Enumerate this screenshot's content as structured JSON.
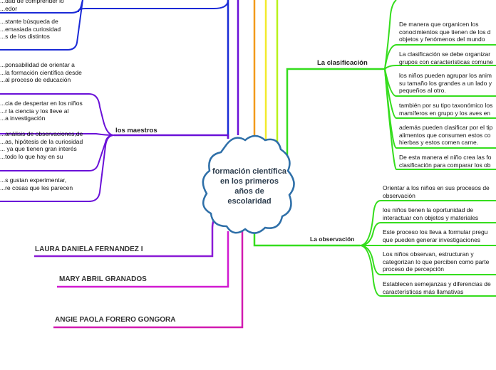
{
  "central_topic": "formación científica en los primeros años de escolaridad",
  "branches": {
    "maestros": {
      "label": "los maestros",
      "items": [
        "...dad de comprender lo\n...edor",
        "...stante búsqueda de\n...emasiada curiosidad\n...s de los distintos",
        "...ponsabilidad de orientar a\n...la formación científica desde\n...al proceso de educación",
        "...cia de despertar en los niños\n...r la ciencia y los lleve al\n...a investigación",
        "...análisis de observaciones,de\n...as, hipótesis de la curiosidad\n...  ya que tienen gran interés\n...todo lo que hay en su",
        "...s gustan experimentar,\n...re cosas que les parecen"
      ]
    },
    "clasificacion": {
      "label": "La clasificación",
      "items": [
        "De manera que organicen los\nconocimientos que tienen de los d\nobjetos y fenómenos del mundo",
        "La clasificación se debe organizar\ngrupos con características comune",
        "los niños pueden agrupar los anim\nsu tamaño los grandes a un lado y\npequeños al otro.",
        "también por su tipo taxonómico los\nmamíferos en grupo y los aves en",
        "además pueden clasificar por el tip\nalimentos que consumen estos co\nhierbas y estos comen carne.",
        "De esta manera el niño crea las fo\nclasificación para comparar los ob"
      ]
    },
    "observacion": {
      "label": "La observación",
      "items": [
        "Orientar a los niños en sus procesos de\nobservación",
        "los niños tienen la oportunidad de\ninteractuar con objetos y materiales",
        "Este proceso los lleva a formular pregu\nque pueden generar investigaciones",
        "Los niños observan, estructuran y\ncategorizan lo que perciben como parte\nproceso de percepción",
        "Establecen semejanzas y diferencias de\ncaracterísticas más llamativas"
      ]
    }
  },
  "authors": [
    "LAURA DANIELA FERNANDEZ I",
    "MARY ABRIL GRANADOS",
    "ANGIE PAOLA FORERO GONGORA"
  ],
  "colors": {
    "maestros": "#6a11d8",
    "clasificacion": "#35dd1d",
    "observacion": "#35dd1d",
    "author_1": "#8a1ad6",
    "author_2": "#d11ad1",
    "author_3": "#d11ab0",
    "top_blue": "#1a2ad6",
    "top_orange": "#f29a1a",
    "top_yellow": "#f2ea2a",
    "top_lime": "#b8f21a",
    "center_stroke": "#2e6fa8",
    "center_text": "#2d3d4d"
  }
}
